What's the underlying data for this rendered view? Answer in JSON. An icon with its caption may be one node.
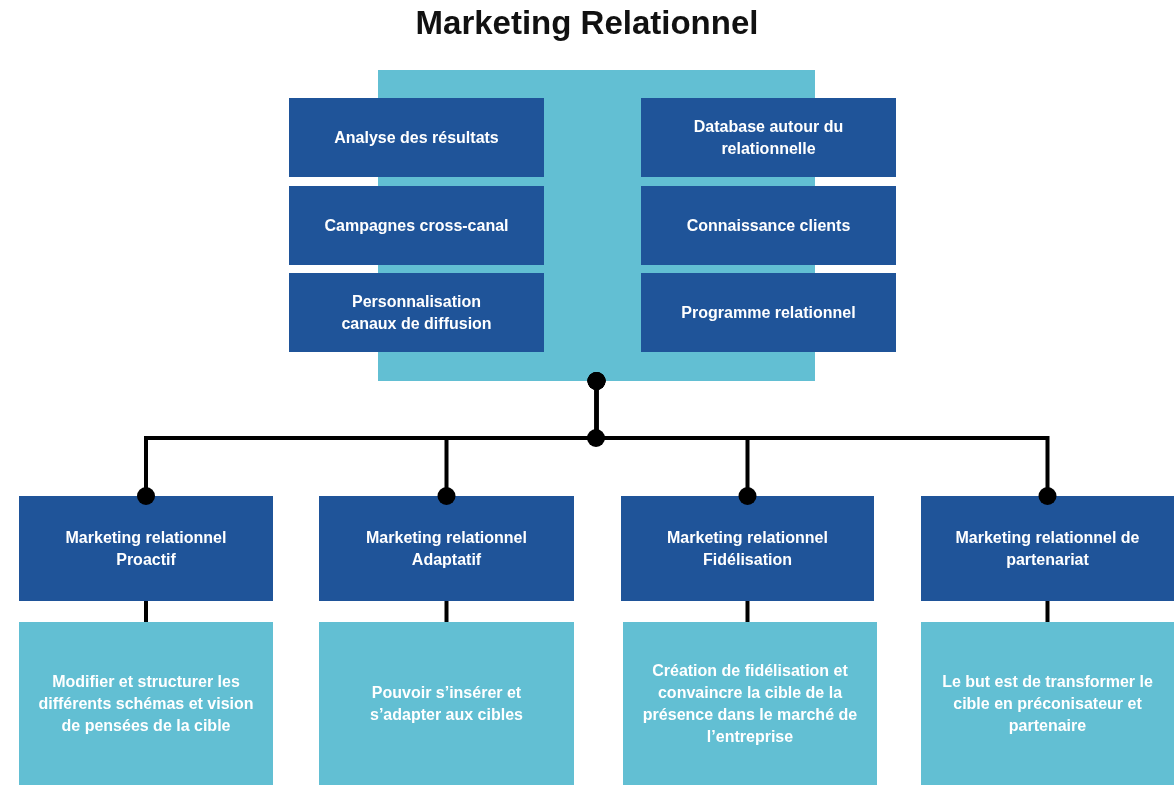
{
  "diagram": {
    "title": "Marketing Relationnel",
    "nodes": [
      {
        "text": [],
        "shape": "box"
      },
      {
        "text": [
          "Analyse des résultats"
        ]
      },
      {
        "text": [
          "Database autour du relationnelle"
        ]
      },
      {
        "text": [
          "Campagnes cross-canal"
        ]
      },
      {
        "text": [
          "Connaissance clients"
        ]
      },
      {
        "text": [
          "Personnalisation canaux de diffusion"
        ]
      },
      {
        "text": [
          "Programme relationnel"
        ]
      },
      {
        "text": [
          "Marketing relationnel Proactif"
        ]
      },
      {
        "text": [
          "Marketing relationnel Adaptatif"
        ]
      },
      {
        "text": [
          "Marketing relationnel Fidélisation"
        ]
      },
      {
        "text": [
          "Marketing relationnel de partenariat"
        ]
      },
      {
        "text": [
          "Modifier et structurer les différents schémas et vision de pensées de la cible"
        ]
      },
      {
        "text": [
          "Pouvoir s’insérer et s’adapter aux cibles"
        ]
      },
      {
        "text": [
          "Création de fidélisation et convaincre la cible de la présence dans le marché de l’entreprise"
        ]
      },
      {
        "text": [
          "Le but est de transformer le cible en préconisateur et partenaire"
        ]
      }
    ],
    "edges": [
      {
        "from": 0,
        "to": 7,
        "arrow": "other"
      },
      {
        "from": 0,
        "to": 8,
        "arrow": "other"
      },
      {
        "from": 0,
        "to": 9,
        "arrow": "other"
      },
      {
        "from": 0,
        "to": 10,
        "arrow": "other"
      },
      {
        "from": 7,
        "to": 11,
        "arrow": "none"
      },
      {
        "from": 8,
        "to": 12,
        "arrow": "none"
      },
      {
        "from": 9,
        "to": 13,
        "arrow": "none"
      },
      {
        "from": 10,
        "to": 14,
        "arrow": "none"
      }
    ]
  }
}
